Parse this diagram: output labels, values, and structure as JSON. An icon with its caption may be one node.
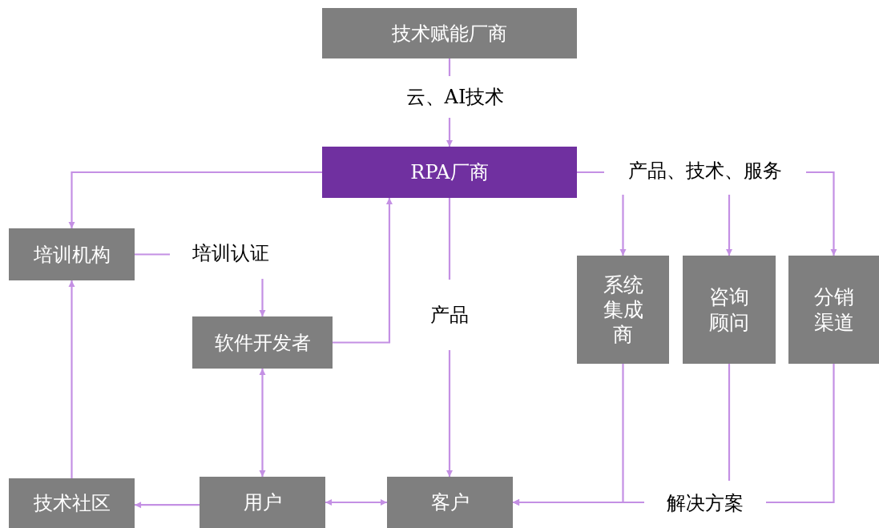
{
  "diagram": {
    "nodes": [
      {
        "text": [
          "技术赋能厂商"
        ]
      },
      {
        "text": [
          "RPA厂商"
        ]
      },
      {
        "text": [
          "培训机构"
        ]
      },
      {
        "text": [
          "软件开发者"
        ]
      },
      {
        "text": [
          "系统集成商"
        ]
      },
      {
        "text": [
          "咨询顾问"
        ]
      },
      {
        "text": [
          "分销渠道"
        ]
      },
      {
        "text": [
          "技术社区"
        ]
      },
      {
        "text": [
          "用户"
        ]
      },
      {
        "text": [
          "客户"
        ]
      }
    ],
    "edges": [
      {
        "from": 0,
        "to": 1,
        "arrow": "to",
        "label": "云、AI技术"
      },
      {
        "from": 1,
        "to": 2,
        "arrow": "to"
      },
      {
        "from": 2,
        "to": 3,
        "arrow": "to",
        "label": "培训认证"
      },
      {
        "from": 3,
        "to": 1,
        "arrow": "to"
      },
      {
        "from": 1,
        "to": 9,
        "arrow": "to",
        "label": "产品"
      },
      {
        "from": 1,
        "to": 4,
        "arrow": "to"
      },
      {
        "from": 1,
        "to": 5,
        "arrow": "to",
        "label": "产品、技术、服务"
      },
      {
        "from": 1,
        "to": 6,
        "arrow": "to"
      },
      {
        "from": 4,
        "to": 9,
        "arrow": "to"
      },
      {
        "from": 5,
        "to": 9,
        "arrow": "to",
        "label": "解决方案"
      },
      {
        "from": 6,
        "to": 9,
        "arrow": "to"
      },
      {
        "from": 3,
        "to": 8,
        "arrow": "both"
      },
      {
        "from": 8,
        "to": 9,
        "arrow": "both"
      },
      {
        "from": 8,
        "to": 7,
        "arrow": "to"
      },
      {
        "from": 7,
        "to": 2,
        "arrow": "to"
      }
    ]
  }
}
